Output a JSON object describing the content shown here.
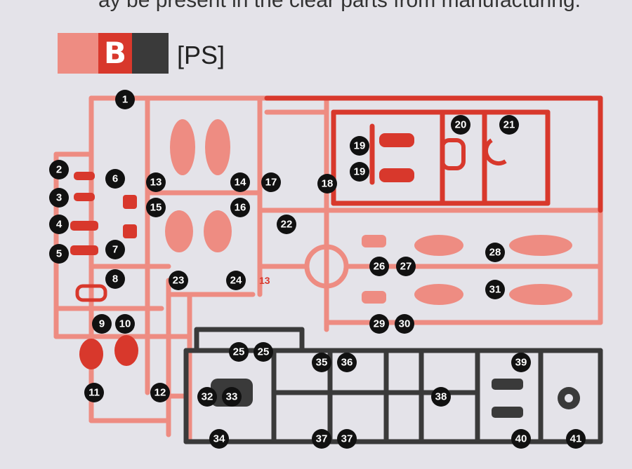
{
  "header": {
    "top_text": "ay be present in the clear parts from manufacturing.",
    "runner_letter": "B",
    "material": "[PS]"
  },
  "colors": {
    "pink": "#ee8c82",
    "red": "#d8382c",
    "dark": "#3a3a3a",
    "bg": "#e4e3e9"
  },
  "part_labels": [
    "1",
    "2",
    "3",
    "4",
    "5",
    "6",
    "7",
    "8",
    "9",
    "10",
    "11",
    "12",
    "13",
    "14",
    "15",
    "16",
    "17",
    "18",
    "19",
    "19",
    "20",
    "21",
    "22",
    "23",
    "24",
    "25",
    "25",
    "26",
    "27",
    "28",
    "29",
    "30",
    "31",
    "32",
    "33",
    "34",
    "35",
    "36",
    "37",
    "37",
    "38",
    "39",
    "40",
    "41"
  ],
  "stamp_number": "13"
}
